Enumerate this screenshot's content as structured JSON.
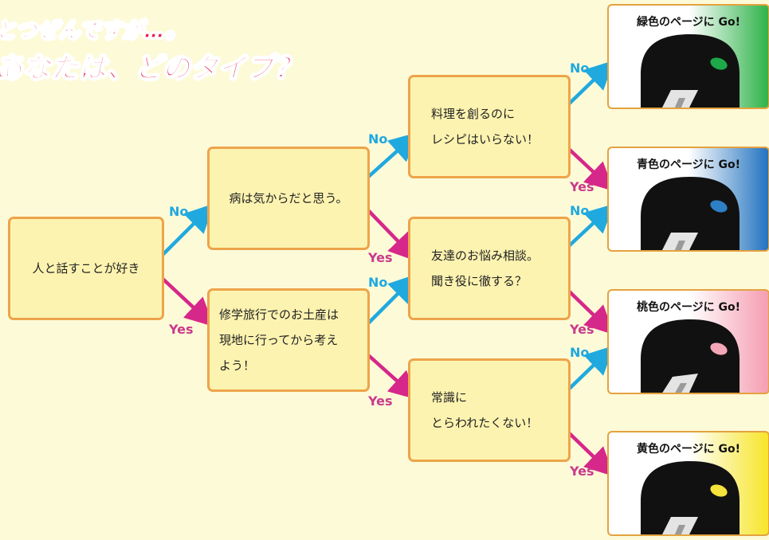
{
  "title": {
    "line1": "とつぜんですが…。",
    "line2": "あなたは、どのタイプ？"
  },
  "labels": {
    "no": "No",
    "yes": "Yes"
  },
  "questions": {
    "q1": "人と話すことが好き",
    "q2": "病は気からだと思う。",
    "q3": [
      "修学旅行でのお土産は",
      "現地に行ってから考え",
      "よう！"
    ],
    "q4": [
      "料理を創るのに",
      "レシピはいらない！"
    ],
    "q5": [
      "友達のお悩み相談。",
      "聞き役に徹する？"
    ],
    "q6": [
      "常識に",
      "とらわれたくない！"
    ]
  },
  "results": [
    {
      "label": "緑色のページに Go!",
      "color": "#1ea84a",
      "gradient_end": "#2fb34a"
    },
    {
      "label": "青色のページに Go!",
      "color": "#2e7fc6",
      "gradient_end": "#2373c0"
    },
    {
      "label": "桃色のページに Go!",
      "color": "#f3a6b8",
      "gradient_end": "#f59eb2"
    },
    {
      "label": "黄色のページに Go!",
      "color": "#f5e23a",
      "gradient_end": "#f7e52a"
    }
  ],
  "colors": {
    "no_arrow": "#1fa9df",
    "yes_arrow": "#d6278a",
    "box_border": "#eda44a",
    "box_fill": "#fdf3b0",
    "title": "#e8204e"
  },
  "icons": [
    "helmet-icon"
  ]
}
